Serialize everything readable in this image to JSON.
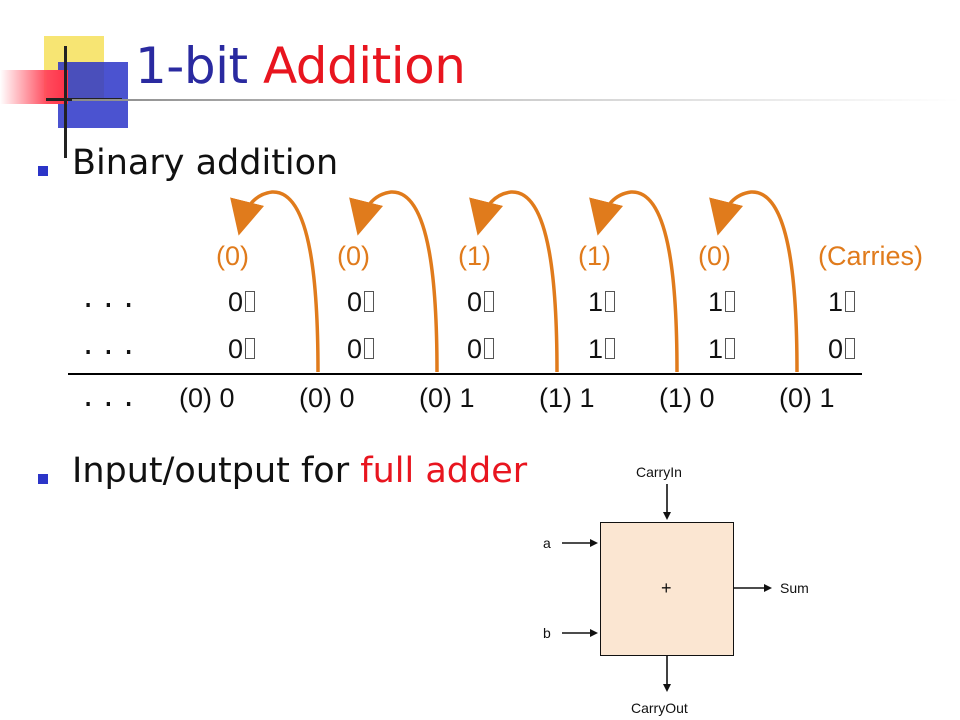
{
  "slide": {
    "title_part1": "1-bit ",
    "title_part2": "Addition",
    "bullets": [
      {
        "text": "Binary addition",
        "highlight": ""
      },
      {
        "text": "Input/output for ",
        "highlight": "full adder"
      }
    ],
    "accent_colors": {
      "title": "#2a2aa0",
      "highlight": "#e8151f",
      "carry": "#e07b1c",
      "bullet": "#2c35c8",
      "adder_fill": "#fbe6d2"
    }
  },
  "addition": {
    "carries": [
      "(0)",
      "(0)",
      "(1)",
      "(1)",
      "(0)",
      "(Carries)"
    ],
    "ellipsis": "...",
    "row1": [
      "0",
      "0",
      "0",
      "1",
      "1",
      "1"
    ],
    "row2": [
      "0",
      "0",
      "0",
      "1",
      "1",
      "0"
    ],
    "result_carries": [
      "(0)",
      "(0)",
      "(0)",
      "(1)",
      "(1)",
      "(0)"
    ],
    "result_sums": [
      "0",
      "0",
      "1",
      "1",
      "0",
      "1"
    ]
  },
  "full_adder": {
    "carry_in": "CarryIn",
    "input_a": "a",
    "input_b": "b",
    "operator": "+",
    "output_sum": "Sum",
    "carry_out": "CarryOut"
  }
}
